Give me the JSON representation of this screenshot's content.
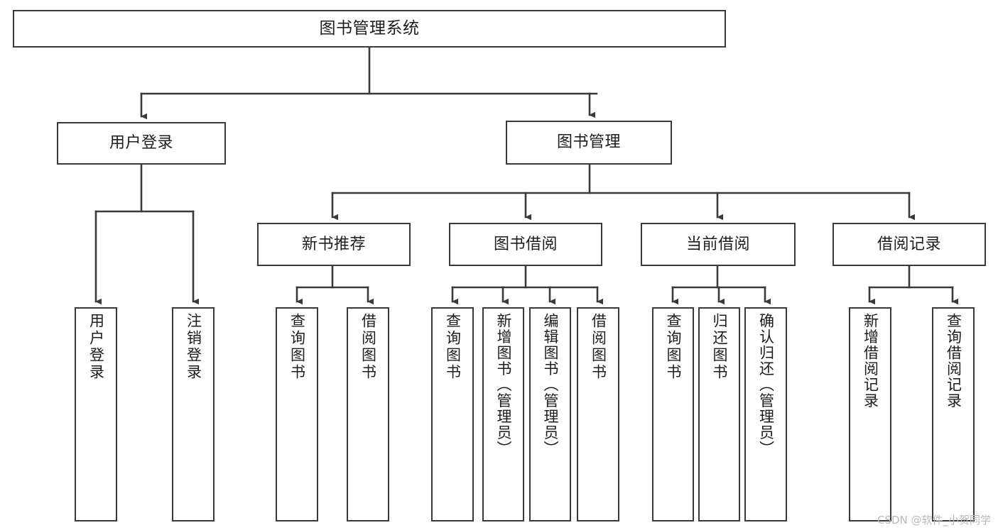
{
  "diagram": {
    "title": "图书管理系统",
    "type": "tree-hierarchy-chart",
    "watermark": "CSDN @软件_小贺同学",
    "colors": {
      "background": "#ffffff",
      "node_border": "#3a3a3a",
      "node_fill": "#ffffff",
      "edge": "#3a3a3a",
      "text": "#1d1d1d",
      "watermark": "#b9b9b9"
    },
    "root": {
      "id": "root",
      "label": "图书管理系统"
    },
    "level2": [
      {
        "id": "user-login",
        "label": "用户登录"
      },
      {
        "id": "book-management",
        "label": "图书管理"
      }
    ],
    "level3": [
      {
        "id": "new-book-recommend",
        "label": "新书推荐",
        "parent": "book-management"
      },
      {
        "id": "book-borrow",
        "label": "图书借阅",
        "parent": "book-management"
      },
      {
        "id": "current-borrow",
        "label": "当前借阅",
        "parent": "book-management"
      },
      {
        "id": "borrow-record",
        "label": "借阅记录",
        "parent": "book-management"
      }
    ],
    "leaves": {
      "user_login": [
        {
          "id": "leaf-user-login",
          "label": "用户登录"
        },
        {
          "id": "leaf-logout-login",
          "label": "注销登录"
        }
      ],
      "new_book_recommend": [
        {
          "id": "leaf-query-book-1",
          "label": "查询图书"
        },
        {
          "id": "leaf-borrow-book-1",
          "label": "借阅图书"
        }
      ],
      "book_borrow": [
        {
          "id": "leaf-query-book-2",
          "label": "查询图书"
        },
        {
          "id": "leaf-add-book",
          "label": "新增图书（管理员）"
        },
        {
          "id": "leaf-edit-book",
          "label": "编辑图书（管理员）"
        },
        {
          "id": "leaf-borrow-book-2",
          "label": "借阅图书"
        }
      ],
      "current_borrow": [
        {
          "id": "leaf-query-book-3",
          "label": "查询图书"
        },
        {
          "id": "leaf-return-book",
          "label": "归还图书"
        },
        {
          "id": "leaf-confirm-return",
          "label": "确认归还（管理员）"
        }
      ],
      "borrow_record": [
        {
          "id": "leaf-add-record",
          "label": "新增借阅记录"
        },
        {
          "id": "leaf-query-record",
          "label": "查询借阅记录"
        }
      ]
    }
  }
}
